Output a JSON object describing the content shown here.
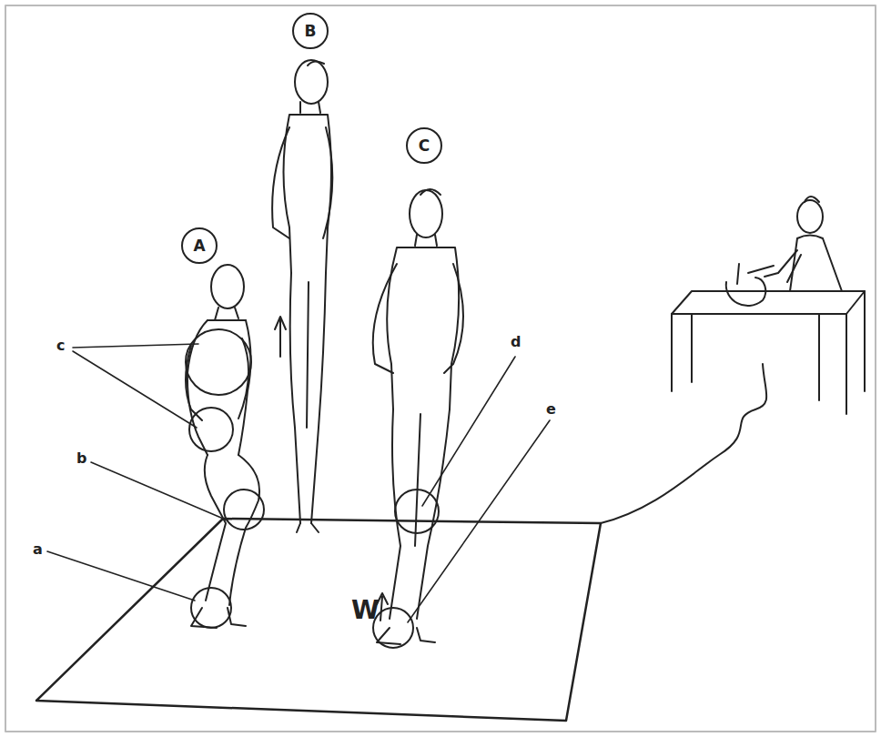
{
  "diagram": {
    "nodes": [
      {
        "text": [
          "A"
        ]
      },
      {
        "text": [
          "B"
        ]
      },
      {
        "text": [
          "C"
        ]
      }
    ],
    "labels": [
      "c",
      "b",
      "a",
      "d",
      "e",
      "W"
    ]
  }
}
